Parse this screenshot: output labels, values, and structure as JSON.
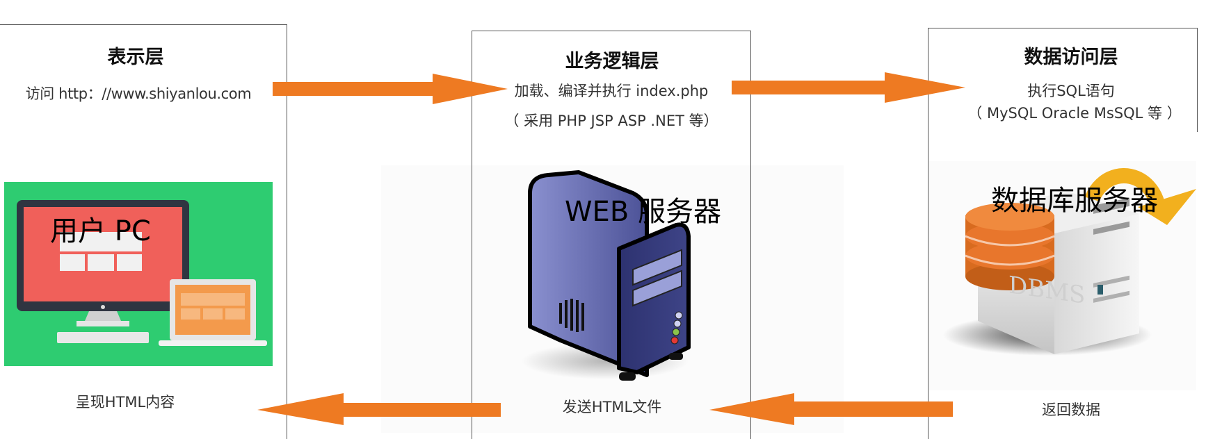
{
  "layers": {
    "presentation": {
      "title": "表示层",
      "desc": "访问 http：//www.shiyanlou.com",
      "image_label": "用户 PC",
      "bottom": "呈现HTML内容"
    },
    "business": {
      "title": "业务逻辑层",
      "desc1": "加载、编译并执行 index.php",
      "desc2": "（ 采用 PHP JSP ASP .NET 等）",
      "image_label": "WEB 服务器",
      "bottom": "发送HTML文件"
    },
    "data": {
      "title": "数据访问层",
      "desc1": "执行SQL语句",
      "desc2": "（ MySQL Oracle MsSQL 等 ）",
      "image_label": "数据库服务器",
      "dbms_text": "DBMS",
      "bottom": "返回数据"
    }
  },
  "colors": {
    "arrow": "#ee7a22",
    "pc_bg": "#2ecc71",
    "monitor_screen": "#f0605a",
    "server_body": "#5a62a8",
    "db_orange": "#e8762c",
    "cycle_arrow": "#f2b01e"
  }
}
